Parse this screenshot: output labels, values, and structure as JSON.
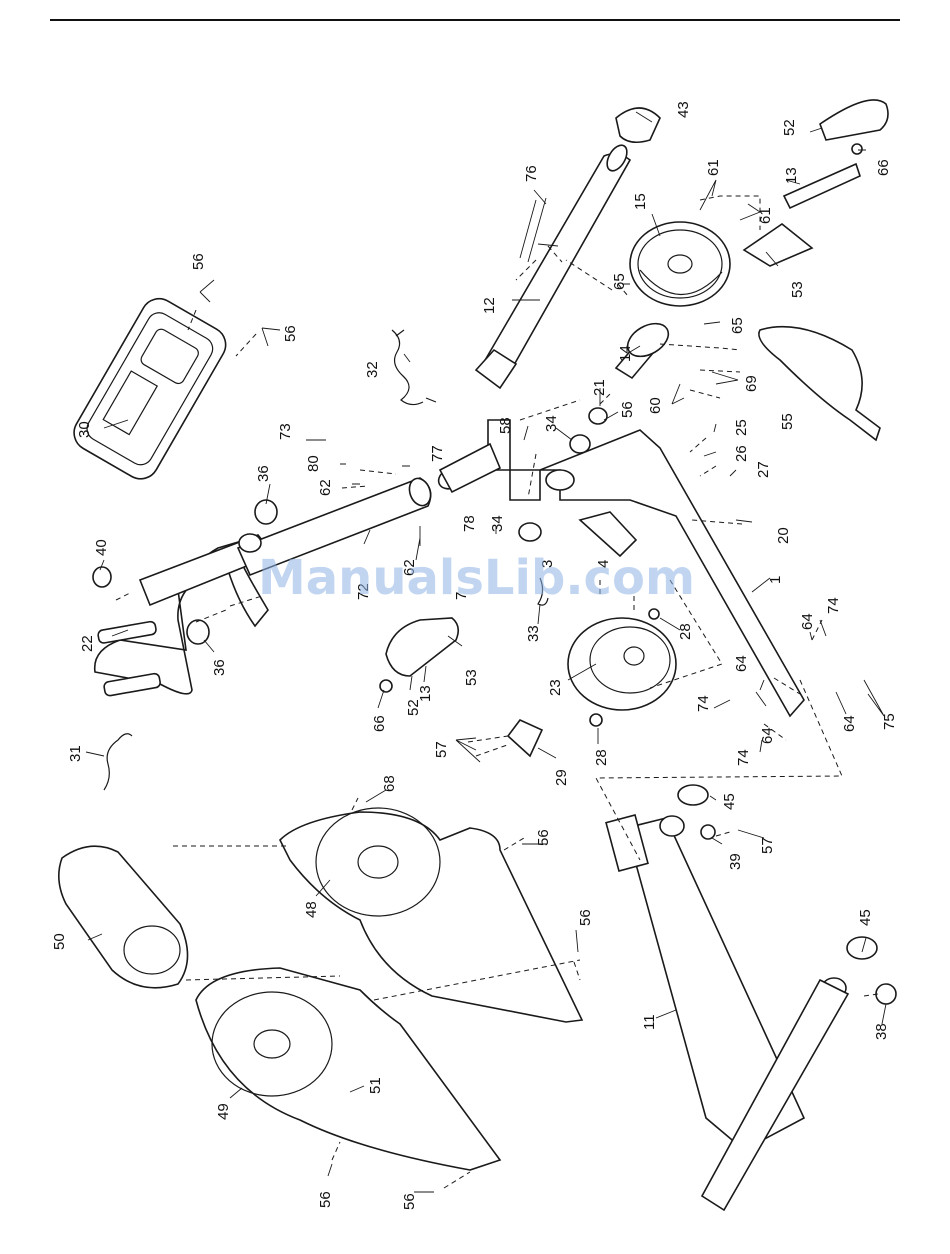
{
  "watermark": "ManualsLib.com",
  "labels": [
    "56",
    "56",
    "30",
    "32",
    "12",
    "76",
    "43",
    "61",
    "61",
    "15",
    "52",
    "13",
    "66",
    "53",
    "65",
    "65",
    "14",
    "21",
    "58",
    "56",
    "34",
    "69",
    "60",
    "25",
    "26",
    "27",
    "55",
    "73",
    "80",
    "62",
    "77",
    "36",
    "40",
    "20",
    "78",
    "34",
    "62",
    "72",
    "7",
    "3",
    "4",
    "1",
    "22",
    "36",
    "53",
    "13",
    "52",
    "66",
    "28",
    "74",
    "64",
    "64",
    "23",
    "33",
    "74",
    "74",
    "75",
    "64",
    "64",
    "57",
    "29",
    "28",
    "31",
    "68",
    "45",
    "56",
    "57",
    "39",
    "48",
    "50",
    "56",
    "45",
    "11",
    "38",
    "51",
    "49",
    "56",
    "56"
  ]
}
